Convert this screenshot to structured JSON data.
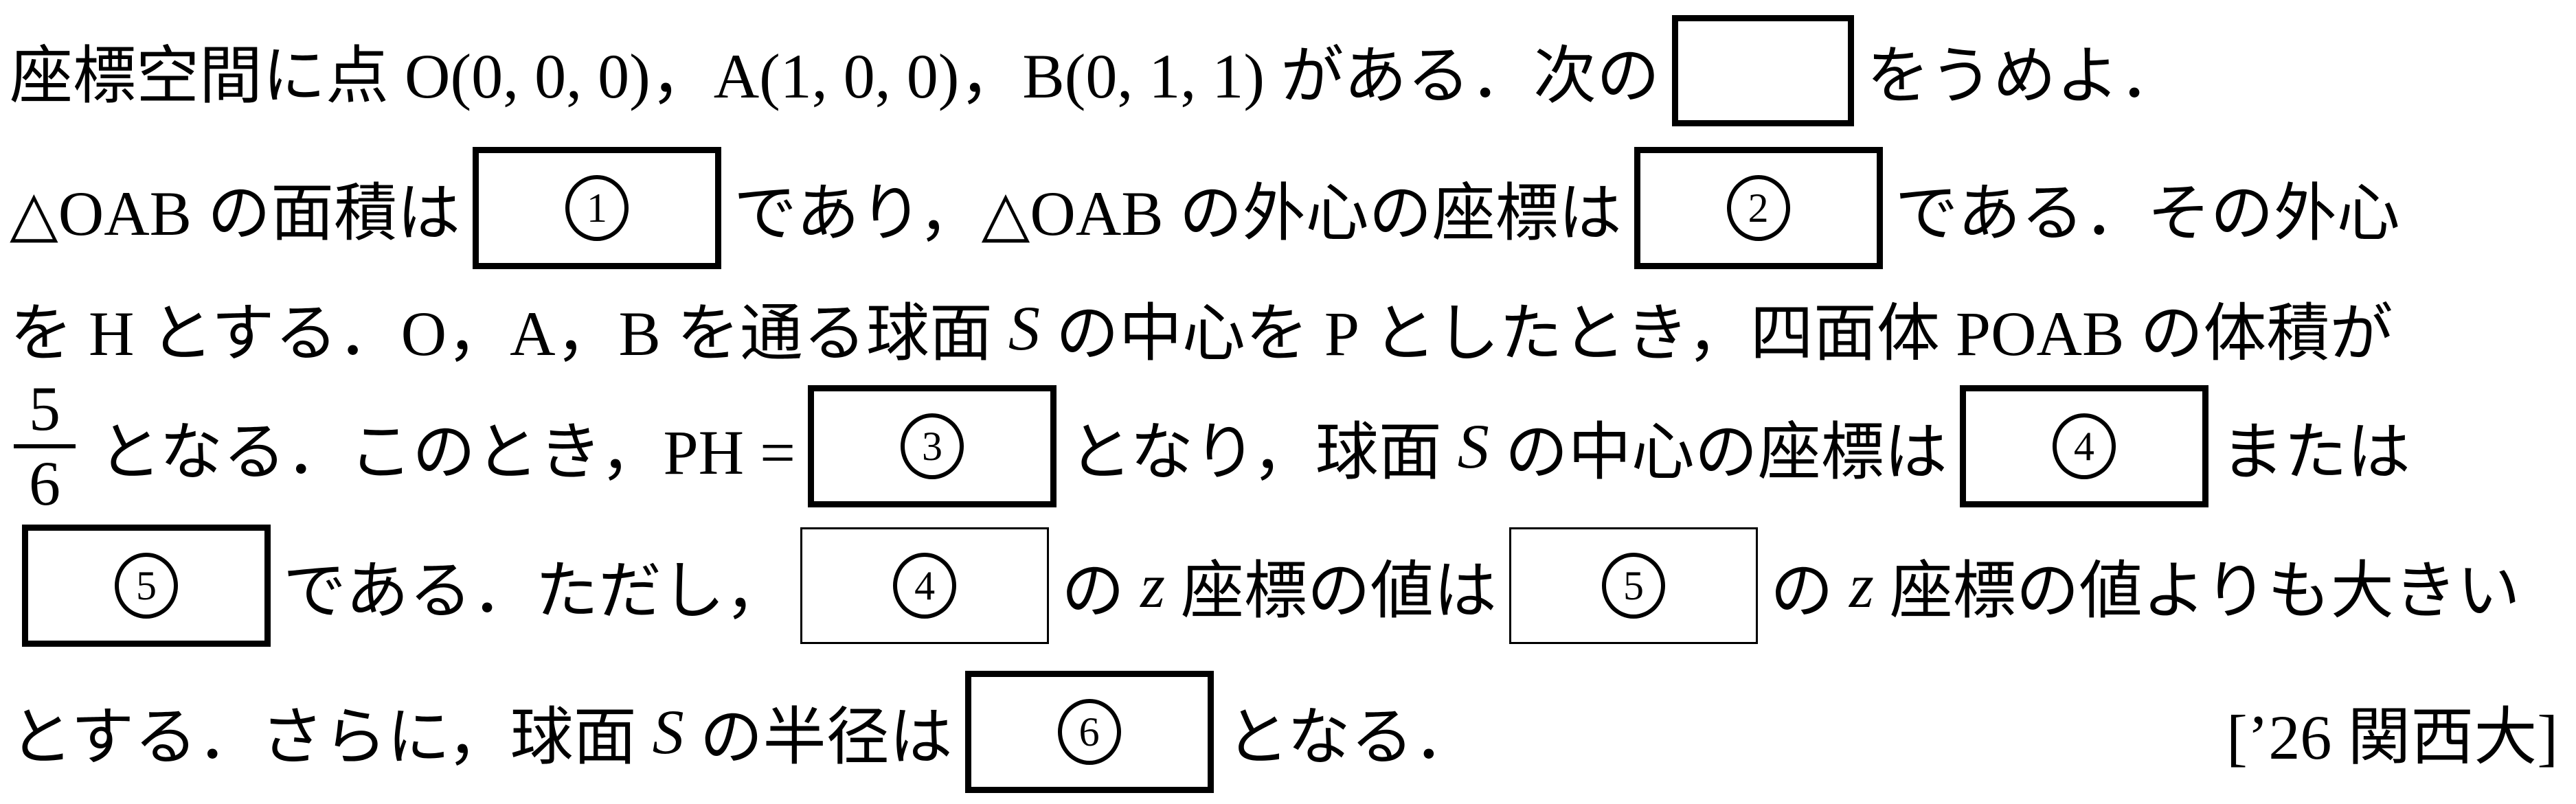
{
  "page": {
    "background": "#ffffff",
    "ink_color": "#000000"
  },
  "problem": {
    "line1": {
      "t1": "座標空間に点 O(0, 0, 0)，A(1, 0, 0)，B(0, 1, 1) がある．次の",
      "t2": "をうめよ．"
    },
    "line2": {
      "t1": "△OAB の面積は",
      "n1": "1",
      "t2": "であり，△OAB の外心の座標は",
      "n2": "2",
      "t3": "である．その外心"
    },
    "line3": {
      "t1": "を H とする．O，A，B を通る球面 ",
      "v1": "S",
      "t2": " の中心を P としたとき，四面体 POAB の体積が"
    },
    "line4": {
      "frac_num": "5",
      "frac_den": "6",
      "t1": " となる．このとき，PH =",
      "n3": "3",
      "t2": "となり，球面 ",
      "v1": "S",
      "t3": " の中心の座標は",
      "n4": "4",
      "t4": "または"
    },
    "line5": {
      "n5": "5",
      "t1": "である．ただし，",
      "n4": "4",
      "t2": "の ",
      "v1": "z",
      "t3": " 座標の値は",
      "n5b": "5",
      "t4": "の ",
      "v2": "z",
      "t5": " 座標の値よりも大きい"
    },
    "line6": {
      "t1": "とする．さらに，球面 ",
      "v1": "S",
      "t2": " の半径は",
      "n6": "6",
      "t3": "となる．",
      "source": "[’26 関西大]"
    }
  }
}
